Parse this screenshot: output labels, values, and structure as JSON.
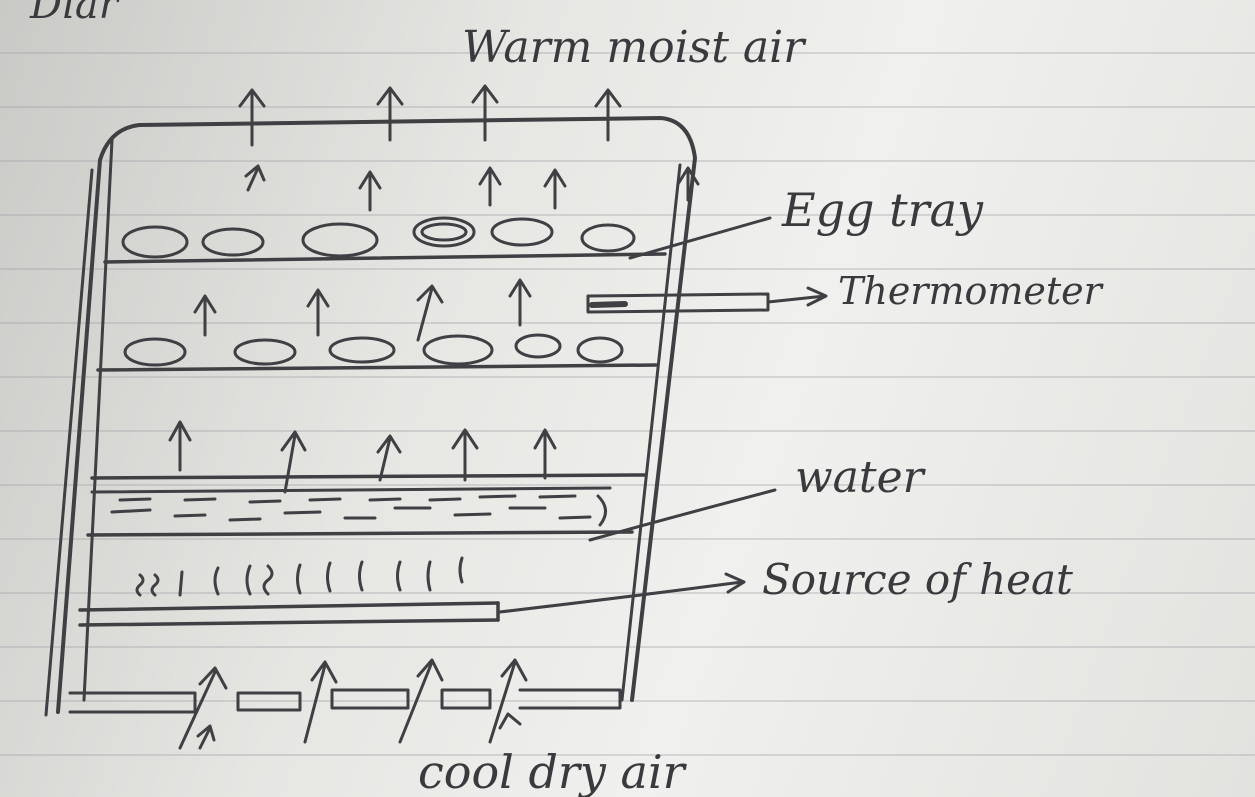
{
  "labels": {
    "top_partial": "Diar",
    "top": "Warm moist air",
    "egg_tray": "Egg tray",
    "thermometer": "Thermometer",
    "water": "water",
    "heat": "Source of heat",
    "bottom": "cool dry air"
  },
  "colors": {
    "ink": "#3f3f44",
    "paper": "#ececea",
    "rule_line": "#a0a0a5"
  }
}
